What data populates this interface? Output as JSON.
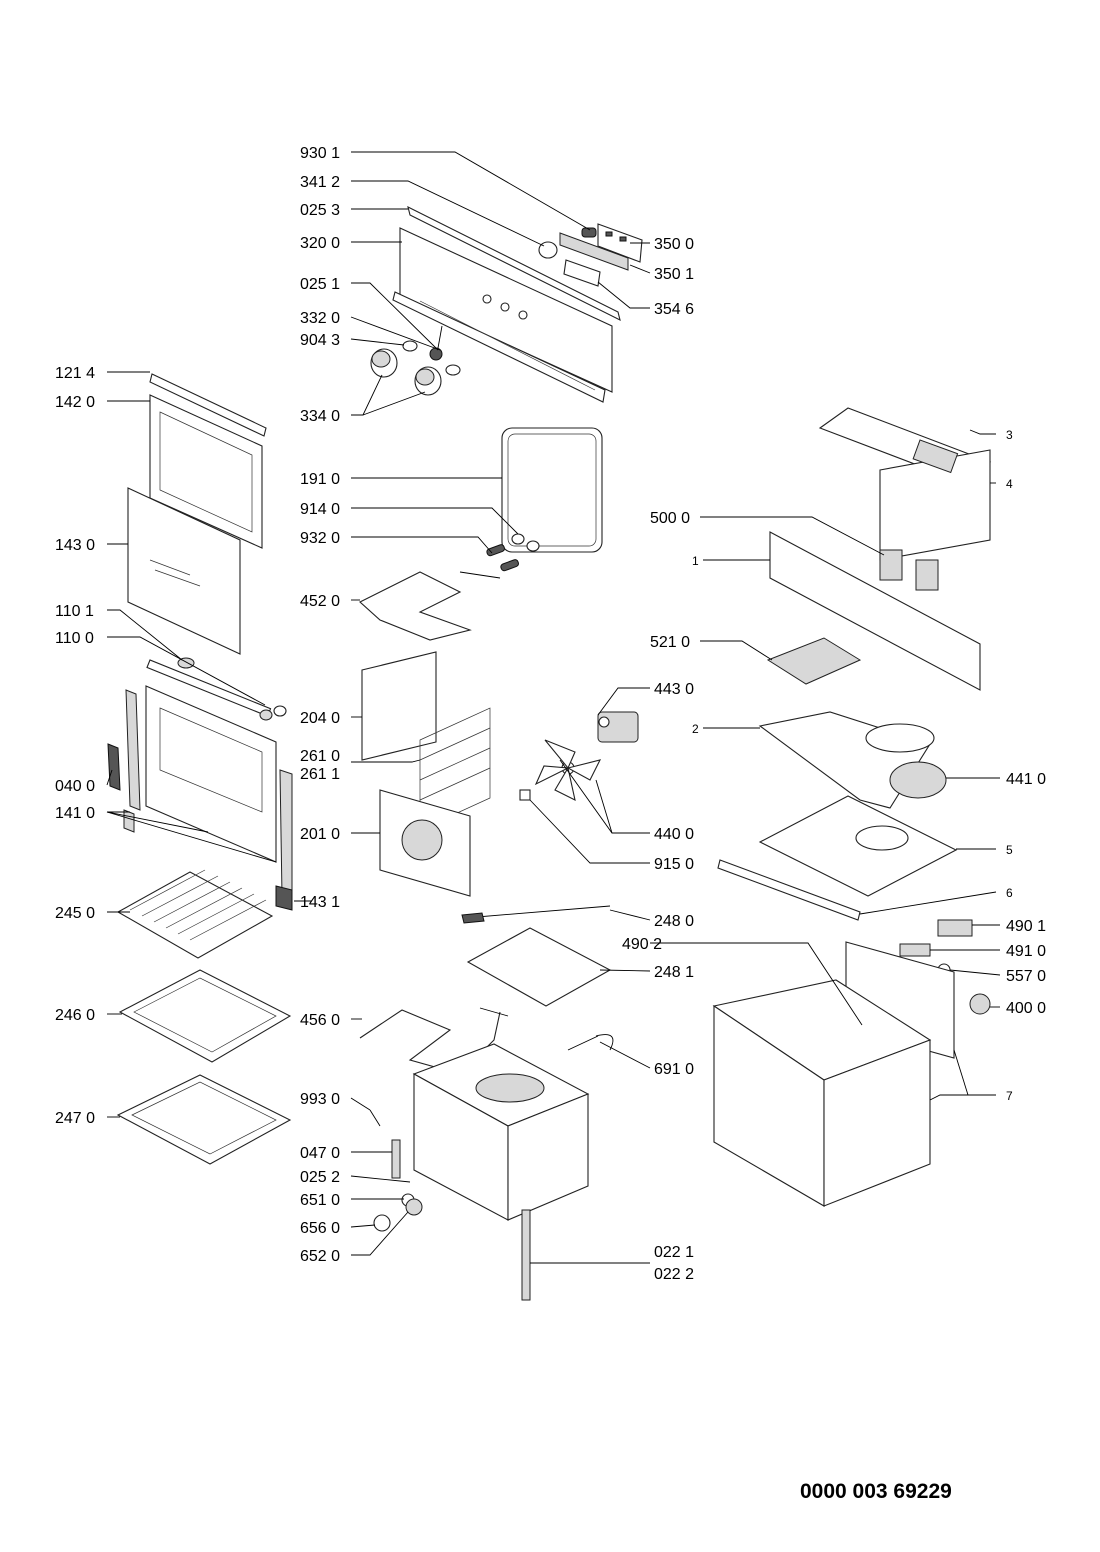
{
  "drawing_code": "0000 003 69229",
  "labels": {
    "l9301": "930 1",
    "l3412": "341 2",
    "l0253": "025 3",
    "l3200": "320 0",
    "l0251": "025 1",
    "l3320": "332 0",
    "l9043": "904 3",
    "l3340": "334 0",
    "l3500": "350 0",
    "l3501": "350 1",
    "l3546": "354 6",
    "l1214": "121 4",
    "l1420": "142 0",
    "l1430": "143 0",
    "l1101": "110 1",
    "l1100": "110 0",
    "l0400": "040 0",
    "l1410": "141 0",
    "l2450": "245 0",
    "l2460": "246 0",
    "l2470": "247 0",
    "l1910": "191 0",
    "l9140": "914 0",
    "l9320": "932 0",
    "l4520": "452 0",
    "l2040": "204 0",
    "l2610": "261 0",
    "l2611": "261 1",
    "l2010": "201 0",
    "l1431": "143 1",
    "l4560": "456 0",
    "l9930": "993 0",
    "l0470": "047 0",
    "l0252": "025 2",
    "l6510": "651 0",
    "l6560": "656 0",
    "l6520": "652 0",
    "l4430": "443 0",
    "l4400": "440 0",
    "l9150": "915 0",
    "l2480": "248 0",
    "l2481": "248 1",
    "l6910": "691 0",
    "l0221": "022 1",
    "l0222": "022 2",
    "l4902": "490 2",
    "l5000": "500 0",
    "l5210": "521 0",
    "l3": "3",
    "l4": "4",
    "l1": "1",
    "l2": "2",
    "l4410": "441 0",
    "l5": "5",
    "l6": "6",
    "l4901": "490 1",
    "l4910": "491 0",
    "l5570": "557 0",
    "l4000": "400 0",
    "l7": "7"
  }
}
